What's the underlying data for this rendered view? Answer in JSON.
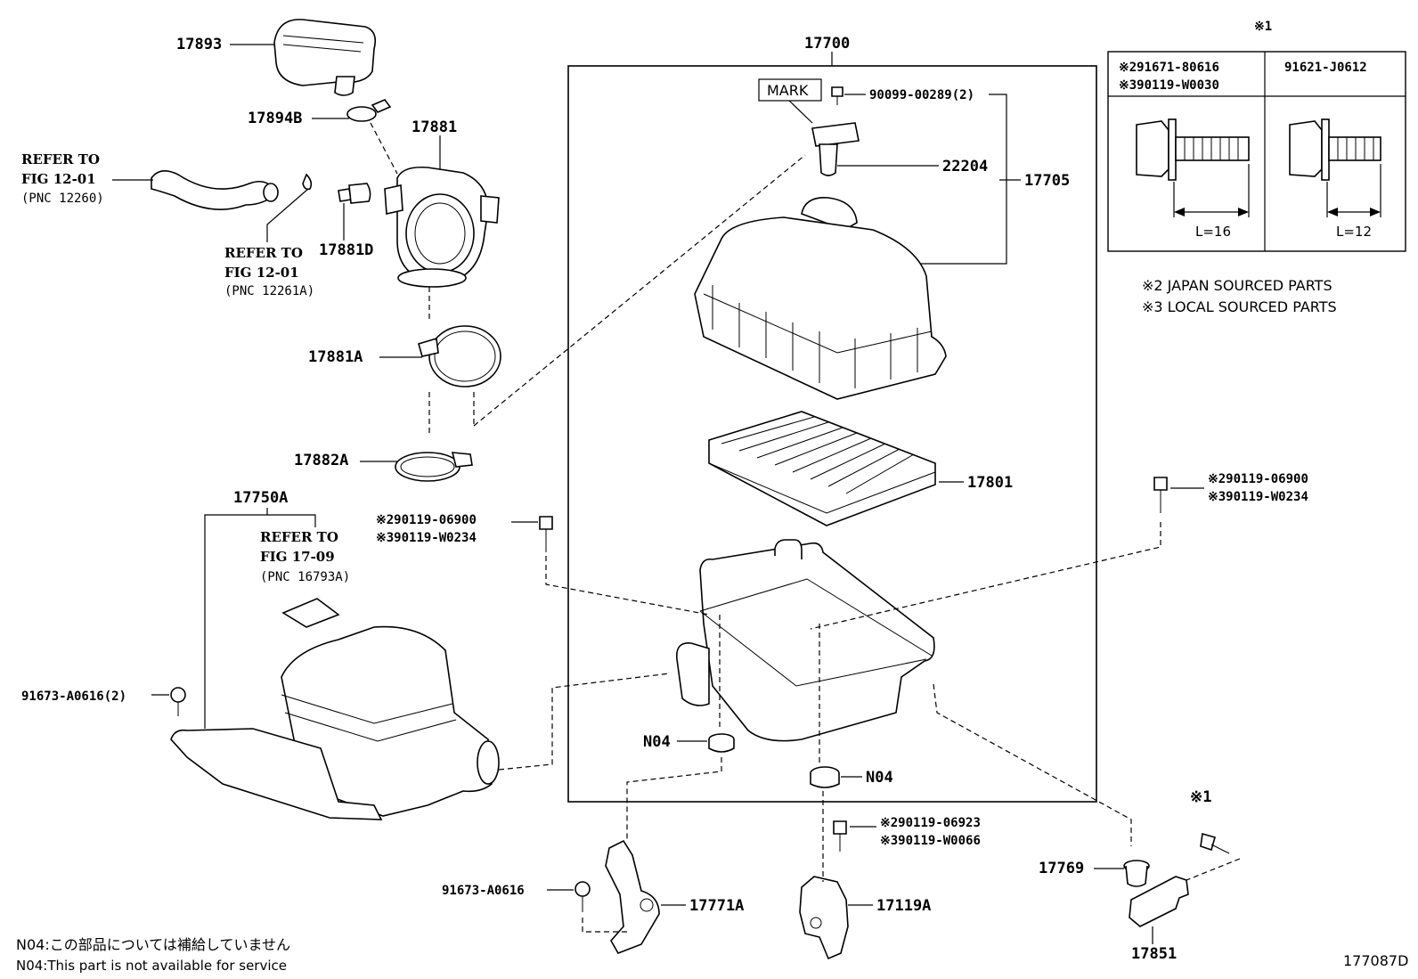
{
  "labels": {
    "p17893": "17893",
    "p17894b": "17894B",
    "p17881": "17881",
    "p17881d": "17881D",
    "p17881a": "17881A",
    "p17882a": "17882A",
    "p17750a": "17750A",
    "p17700": "17700",
    "p17705": "17705",
    "p22204": "22204",
    "p17801": "17801",
    "p17769": "17769",
    "p17851": "17851",
    "p17771a": "17771A",
    "p17119a": "17119A",
    "n04_left": "N04",
    "n04_right": "N04",
    "mark": "MARK",
    "bolt_mark": "90099-00289(2)",
    "bolt_91673_2": "91673-A0616(2)",
    "bolt_91673": "91673-A0616",
    "left_bolt_j": "※290119-06900",
    "left_bolt_l": "※390119-W0234",
    "right_bolt_j": "※290119-06900",
    "right_bolt_l": "※390119-W0234",
    "bottom_bolt_j": "※290119-06923",
    "bottom_bolt_l": "※390119-W0066",
    "star1_top": "※1",
    "star1_bottom": "※1"
  },
  "refs": [
    {
      "line1": "REFER TO",
      "line2": "FIG 12-01",
      "line3": "(PNC 12260)"
    },
    {
      "line1": "REFER TO",
      "line2": "FIG 12-01",
      "line3": "(PNC 12261A)"
    },
    {
      "line1": "REFER TO",
      "line2": "FIG 17-09",
      "line3": "(PNC 16793A)"
    }
  ],
  "table": {
    "col1_line1": "※291671-80616",
    "col1_line2": "※390119-W0030",
    "col2": "91621-J0612",
    "dim1": "L=16",
    "dim2": "L=12"
  },
  "legend": {
    "japan": "※2 JAPAN SOURCED PARTS",
    "local": "※3 LOCAL SOURCED PARTS"
  },
  "footnote": {
    "jp": "N04:この部品については補給していません",
    "en": "N04:This part is not available for service"
  },
  "fig_id": "177087D"
}
